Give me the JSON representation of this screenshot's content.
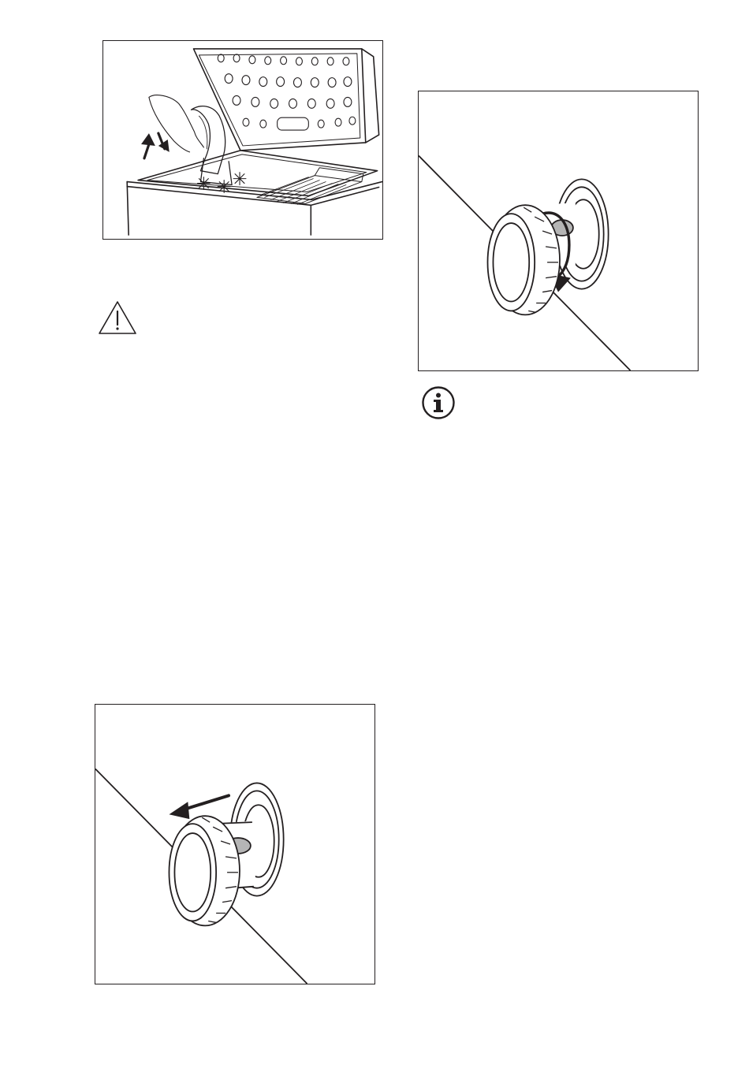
{
  "document": {
    "figures": [
      {
        "id": "freezer",
        "icon": "chest-freezer-defrost-illustration"
      },
      {
        "id": "knob-turn",
        "icon": "knob-rotate-illustration"
      },
      {
        "id": "knob-pull",
        "icon": "knob-pull-illustration"
      }
    ],
    "icons": {
      "warning": "warning-triangle-icon",
      "info": "info-circle-icon"
    },
    "colors": {
      "line": "#231f20",
      "fill_gray": "#b5b5b5"
    }
  }
}
